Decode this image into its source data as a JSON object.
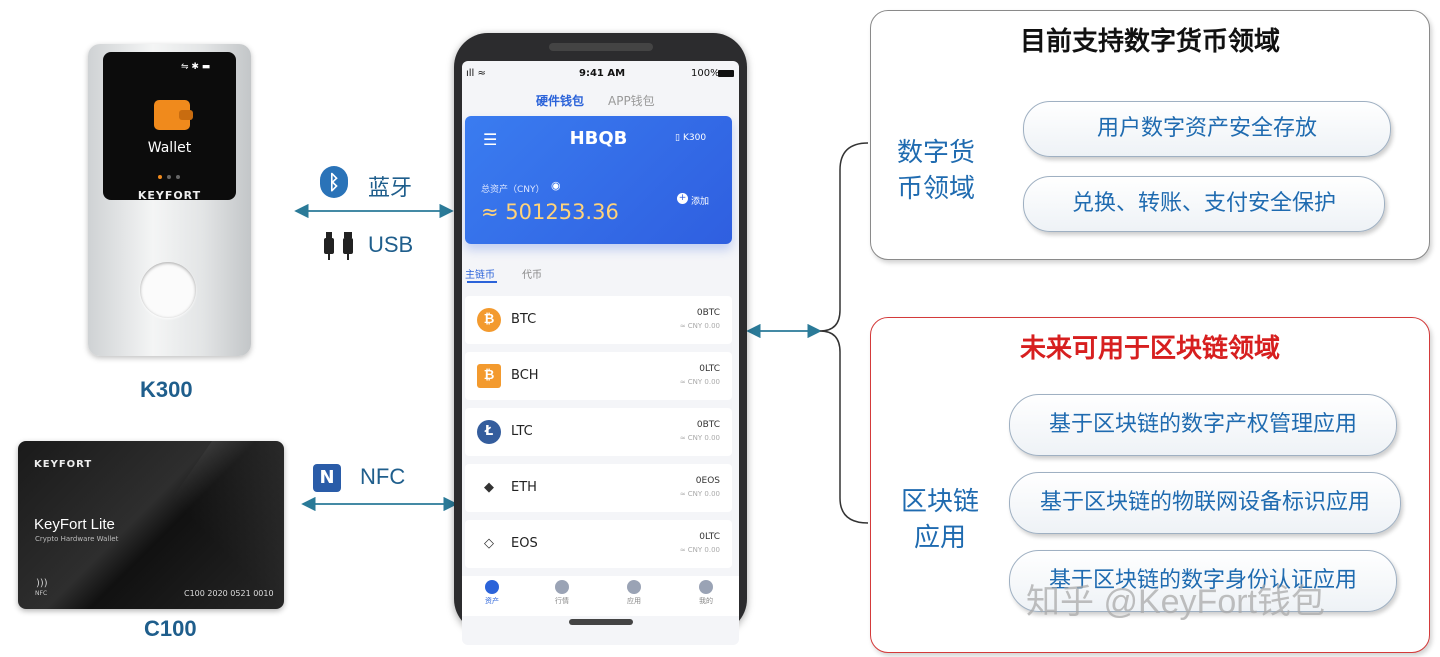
{
  "devices": {
    "k300": {
      "screen_label": "Wallet",
      "logo": "KEYFORT",
      "name": "K300"
    },
    "c100": {
      "logo": "KEYFORT",
      "product": "KeyFort Lite",
      "subtitle": "Crypto Hardware Wallet",
      "nfc": "NFC",
      "serial": "C100 2020 0521 0010",
      "name": "C100"
    }
  },
  "connections": {
    "bluetooth": {
      "icon": "bluetooth-icon",
      "label": "蓝牙"
    },
    "usb": {
      "icon": "usb-icon",
      "label": "USB"
    },
    "nfc": {
      "icon": "nfc-icon",
      "label": "NFC"
    }
  },
  "phone": {
    "status": {
      "time": "9:41 AM",
      "battery": "100%"
    },
    "tabs": {
      "hardware": "硬件钱包",
      "app": "APP钱包"
    },
    "card": {
      "title": "HBQB",
      "device": "K300",
      "asset_label": "总资产（CNY）",
      "amount": "≈ 501253.36",
      "add": "添加"
    },
    "coin_tabs": {
      "main": "主链币",
      "token": "代币"
    },
    "coins": [
      {
        "name": "BTC",
        "balance": "0BTC",
        "cny": "≈ CNY 0.00",
        "color": "#f39a2e",
        "symbol": "₿"
      },
      {
        "name": "BCH",
        "balance": "0LTC",
        "cny": "≈ CNY 0.00",
        "color": "#f39a2e",
        "symbol": "₿"
      },
      {
        "name": "LTC",
        "balance": "0BTC",
        "cny": "≈ CNY 0.00",
        "color": "#345d9d",
        "symbol": "Ł"
      },
      {
        "name": "ETH",
        "balance": "0EOS",
        "cny": "≈ CNY 0.00",
        "color": "#ffffff",
        "symbol": "◆"
      },
      {
        "name": "EOS",
        "balance": "0LTC",
        "cny": "≈ CNY 0.00",
        "color": "#ffffff",
        "symbol": "◇"
      }
    ],
    "nav": [
      "资产",
      "行情",
      "应用",
      "我的"
    ]
  },
  "current": {
    "title": "目前支持数字货币领域",
    "category_line1": "数字货",
    "category_line2": "币领域",
    "items": [
      "用户数字资产安全存放",
      "兑换、转账、支付安全保护"
    ]
  },
  "future": {
    "title": "未来可用于区块链领域",
    "category_line1": "区块链",
    "category_line2": "应用",
    "items": [
      "基于区块链的数字产权管理应用",
      "基于区块链的物联网设备标识应用",
      "基于区块链的数字身份认证应用"
    ]
  },
  "watermark": "知乎 @KeyFort钱包"
}
